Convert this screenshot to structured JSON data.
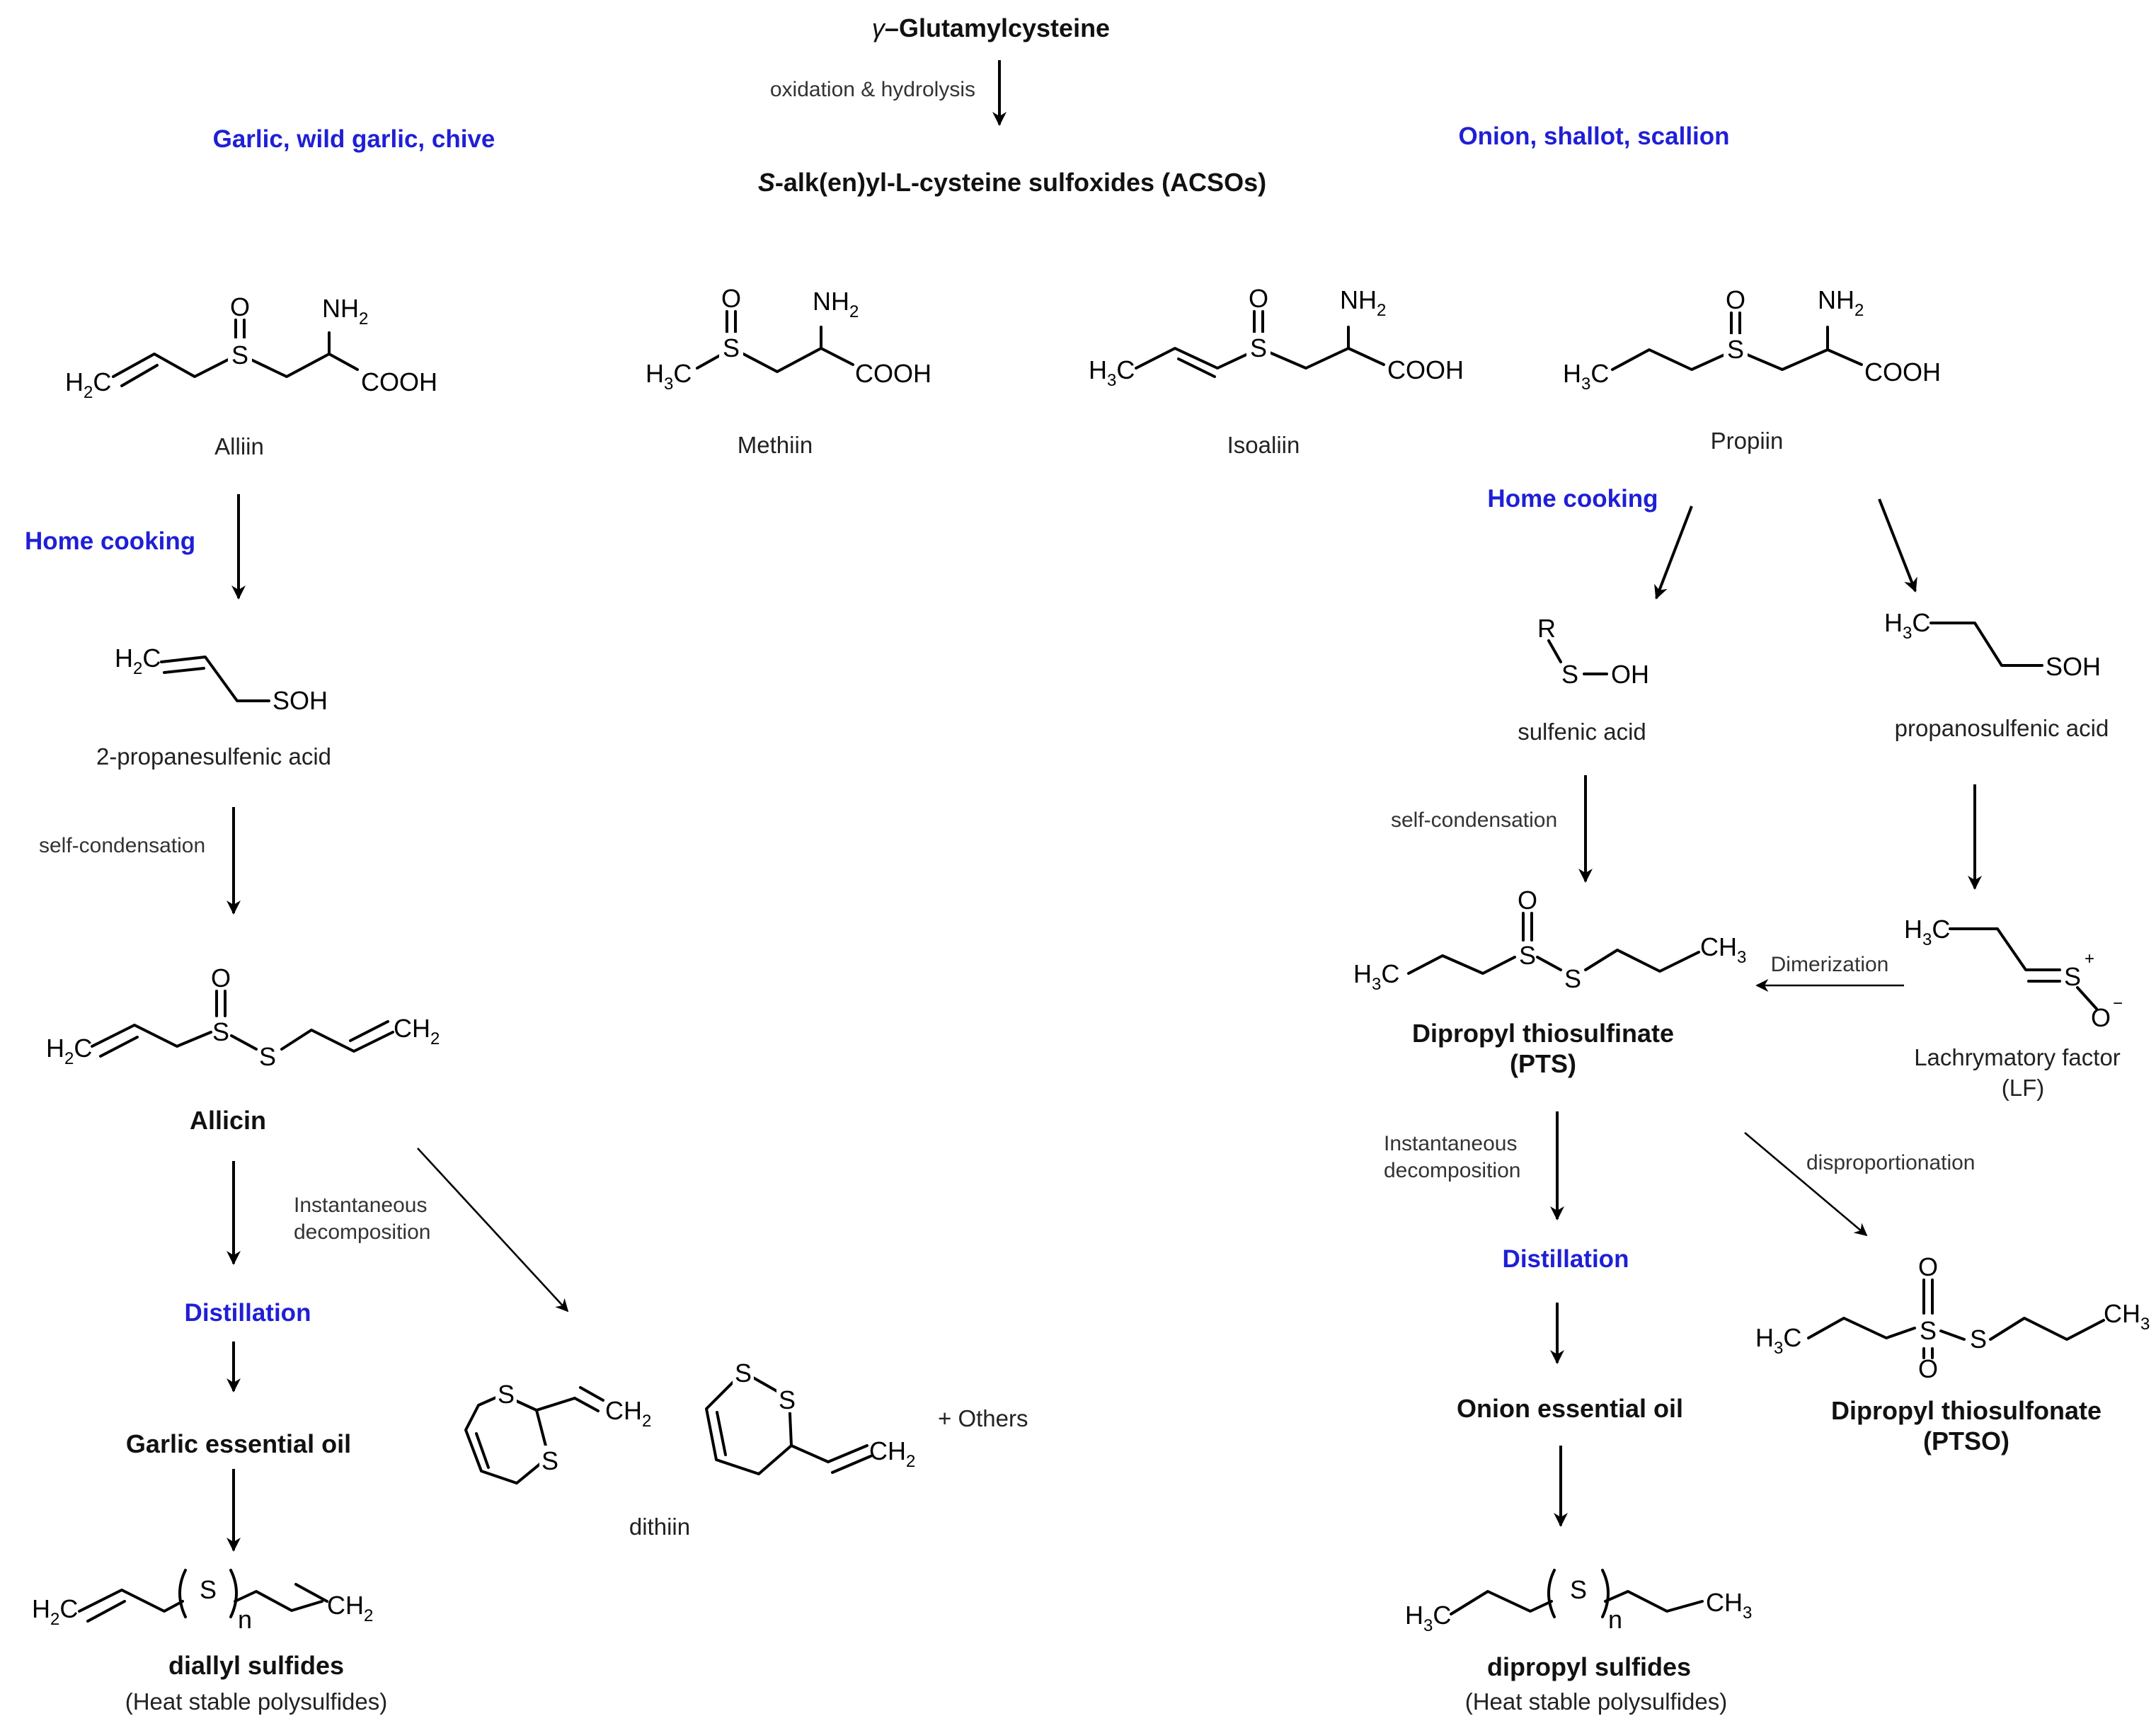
{
  "header": {
    "gamma": "γ",
    "dash": "–",
    "precursor": "Glutamylcysteine",
    "step": "oxidation & hydrolysis",
    "acsos_s": "S",
    "acsos_rest": "-alk(en)yl-L-cysteine sulfoxides (ACSOs)"
  },
  "groups": {
    "garlic": "Garlic, wild garlic, chive",
    "onion": "Onion, shallot, scallion"
  },
  "compounds": {
    "alliin": "Alliin",
    "methiin": "Methiin",
    "isoaliin": "Isoaliin",
    "propiin": "Propiin",
    "propanesulfenic_2": "2-propanesulfenic acid",
    "allicin": "Allicin",
    "garlic_oil": "Garlic essential oil",
    "diallyl": "diallyl sulfides",
    "diallyl_note": "(Heat stable polysulfides)",
    "dithiin": "dithiin",
    "others": "+ Others",
    "sulfenic": "sulfenic acid",
    "propanosulfenic": "propanosulfenic acid",
    "pts_1": "Dipropyl thiosulfinate",
    "pts_2": "(PTS)",
    "lf_1": "Lachrymatory factor",
    "lf_2": "(LF)",
    "onion_oil": "Onion essential oil",
    "ptso_1": "Dipropyl thiosulfonate",
    "ptso_2": "(PTSO)",
    "dipropyl": "dipropyl sulfides",
    "dipropyl_note": "(Heat stable polysulfides)"
  },
  "processes": {
    "home_cooking_left": "Home cooking",
    "home_cooking_right": "Home cooking",
    "self_condensation_left": "self-condensation",
    "self_condensation_right": "self-condensation",
    "instantaneous_left_1": "Instantaneous",
    "instantaneous_left_2": "decomposition",
    "instantaneous_right_1": "Instantaneous",
    "instantaneous_right_2": "decomposition",
    "distillation_left": "Distillation",
    "distillation_right": "Distillation",
    "dimerization": "Dimerization",
    "disproportionation": "disproportionation"
  },
  "atoms": {
    "O": "O",
    "S": "S",
    "N": "N",
    "H": "H",
    "C": "C",
    "R": "R",
    "two": "2",
    "three": "3",
    "n": "n",
    "plus": "+",
    "minus": "−",
    "COOH": "COOH",
    "SOH": "SOH",
    "OH": "OH"
  },
  "colors": {
    "accent": "#1f1fd6",
    "text": "#111111"
  }
}
